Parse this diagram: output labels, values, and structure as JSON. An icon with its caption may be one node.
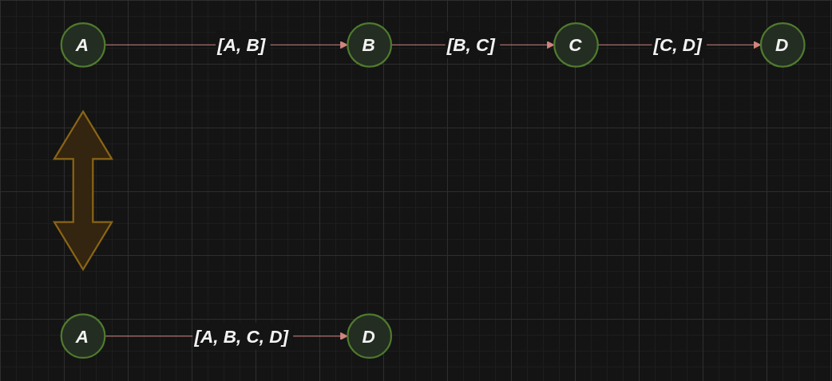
{
  "diagram": {
    "nodes": [
      {
        "text": [
          "A"
        ]
      },
      {
        "text": [
          "B"
        ]
      },
      {
        "text": [
          "C"
        ]
      },
      {
        "text": [
          "D"
        ]
      },
      {
        "text": [
          "A"
        ]
      },
      {
        "text": [
          "D"
        ]
      },
      {
        "text": [],
        "shape": "arrow"
      }
    ],
    "edges": [
      {
        "from": 0,
        "to": 1,
        "arrow": "to",
        "label": "[A, B]"
      },
      {
        "from": 1,
        "to": 2,
        "arrow": "to",
        "label": "[B, C]"
      },
      {
        "from": 2,
        "to": 3,
        "arrow": "to",
        "label": "[C, D]"
      },
      {
        "from": 4,
        "to": 5,
        "arrow": "to",
        "label": "[A, B, C, D]"
      }
    ]
  }
}
